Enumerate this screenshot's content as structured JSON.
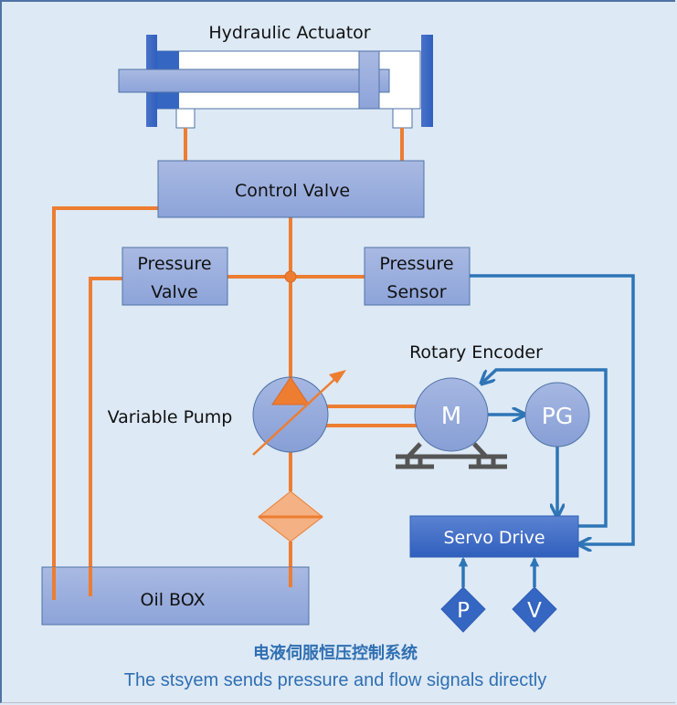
{
  "diagram": {
    "actuator_label": "Hydraulic Actuator",
    "control_valve_label": "Control Valve",
    "pressure_valve_label": [
      "Pressure",
      "Valve"
    ],
    "pressure_sensor_label": [
      "Pressure",
      "Sensor"
    ],
    "rotary_encoder_label": "Rotary Encoder",
    "variable_pump_label": "Variable Pump",
    "motor_label": "M",
    "pg_label": "PG",
    "servo_drive_label": "Servo Drive",
    "oil_box_label": "Oil BOX",
    "p_input_label": "P",
    "v_input_label": "V"
  },
  "caption": {
    "title_cn": "电液伺服恒压控制系统",
    "subtitle_en": "The stsyem sends pressure and flow signals  directly"
  },
  "colors": {
    "background": "#dde9f5",
    "hydraulic_line": "#ed7d31",
    "signal_line": "#2e75b6",
    "component_fill": "#8fa7db",
    "servo_fill": "#3b6cc7"
  }
}
